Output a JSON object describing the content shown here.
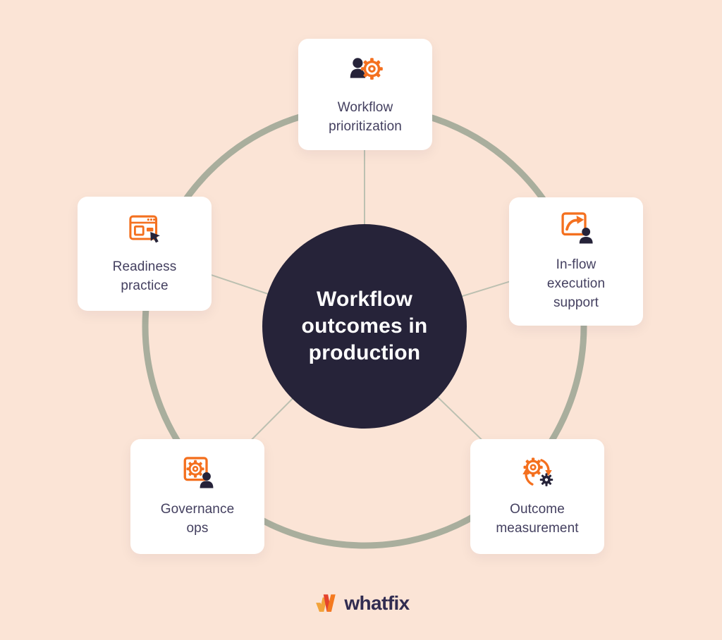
{
  "colors": {
    "background": "#FBE4D6",
    "card_bg": "#FFFFFF",
    "accent_orange": "#F4701F",
    "dark": "#262339",
    "label": "#433F5F",
    "ring": "#A9AE9D",
    "spoke": "#BCC0B1",
    "logo_text": "#312C51",
    "logo_amber": "#F2A33A",
    "logo_red": "#E5432C",
    "logo_orange": "#F4791F"
  },
  "center": {
    "label": "Workflow\noutcomes in\nproduction"
  },
  "nodes": [
    {
      "label": "Workflow\nprioritization",
      "icon": "person-gear-icon"
    },
    {
      "label": "In-flow\nexecution\nsupport",
      "icon": "board-arrow-person-icon"
    },
    {
      "label": "Outcome\nmeasurement",
      "icon": "gears-sync-icon"
    },
    {
      "label": "Governance\nops",
      "icon": "framed-gear-person-icon"
    },
    {
      "label": "Readiness\npractice",
      "icon": "browser-cursor-icon"
    }
  ],
  "footer": {
    "brand": "whatfix"
  }
}
